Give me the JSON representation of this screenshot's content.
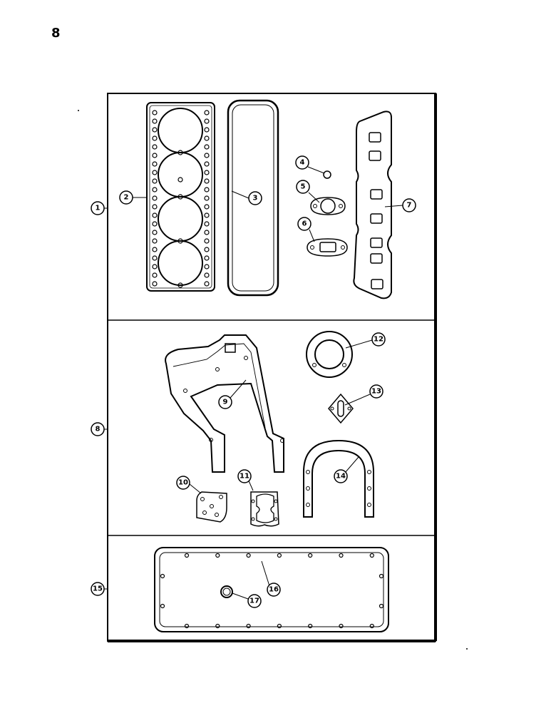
{
  "page": {
    "number": "8"
  },
  "callouts": {
    "c1": "1",
    "c2": "2",
    "c3": "3",
    "c4": "4",
    "c5": "5",
    "c6": "6",
    "c7": "7",
    "c8": "8",
    "c9": "9",
    "c10": "10",
    "c11": "11",
    "c12": "12",
    "c13": "13",
    "c14": "14",
    "c15": "15",
    "c16": "16",
    "c17": "17"
  }
}
